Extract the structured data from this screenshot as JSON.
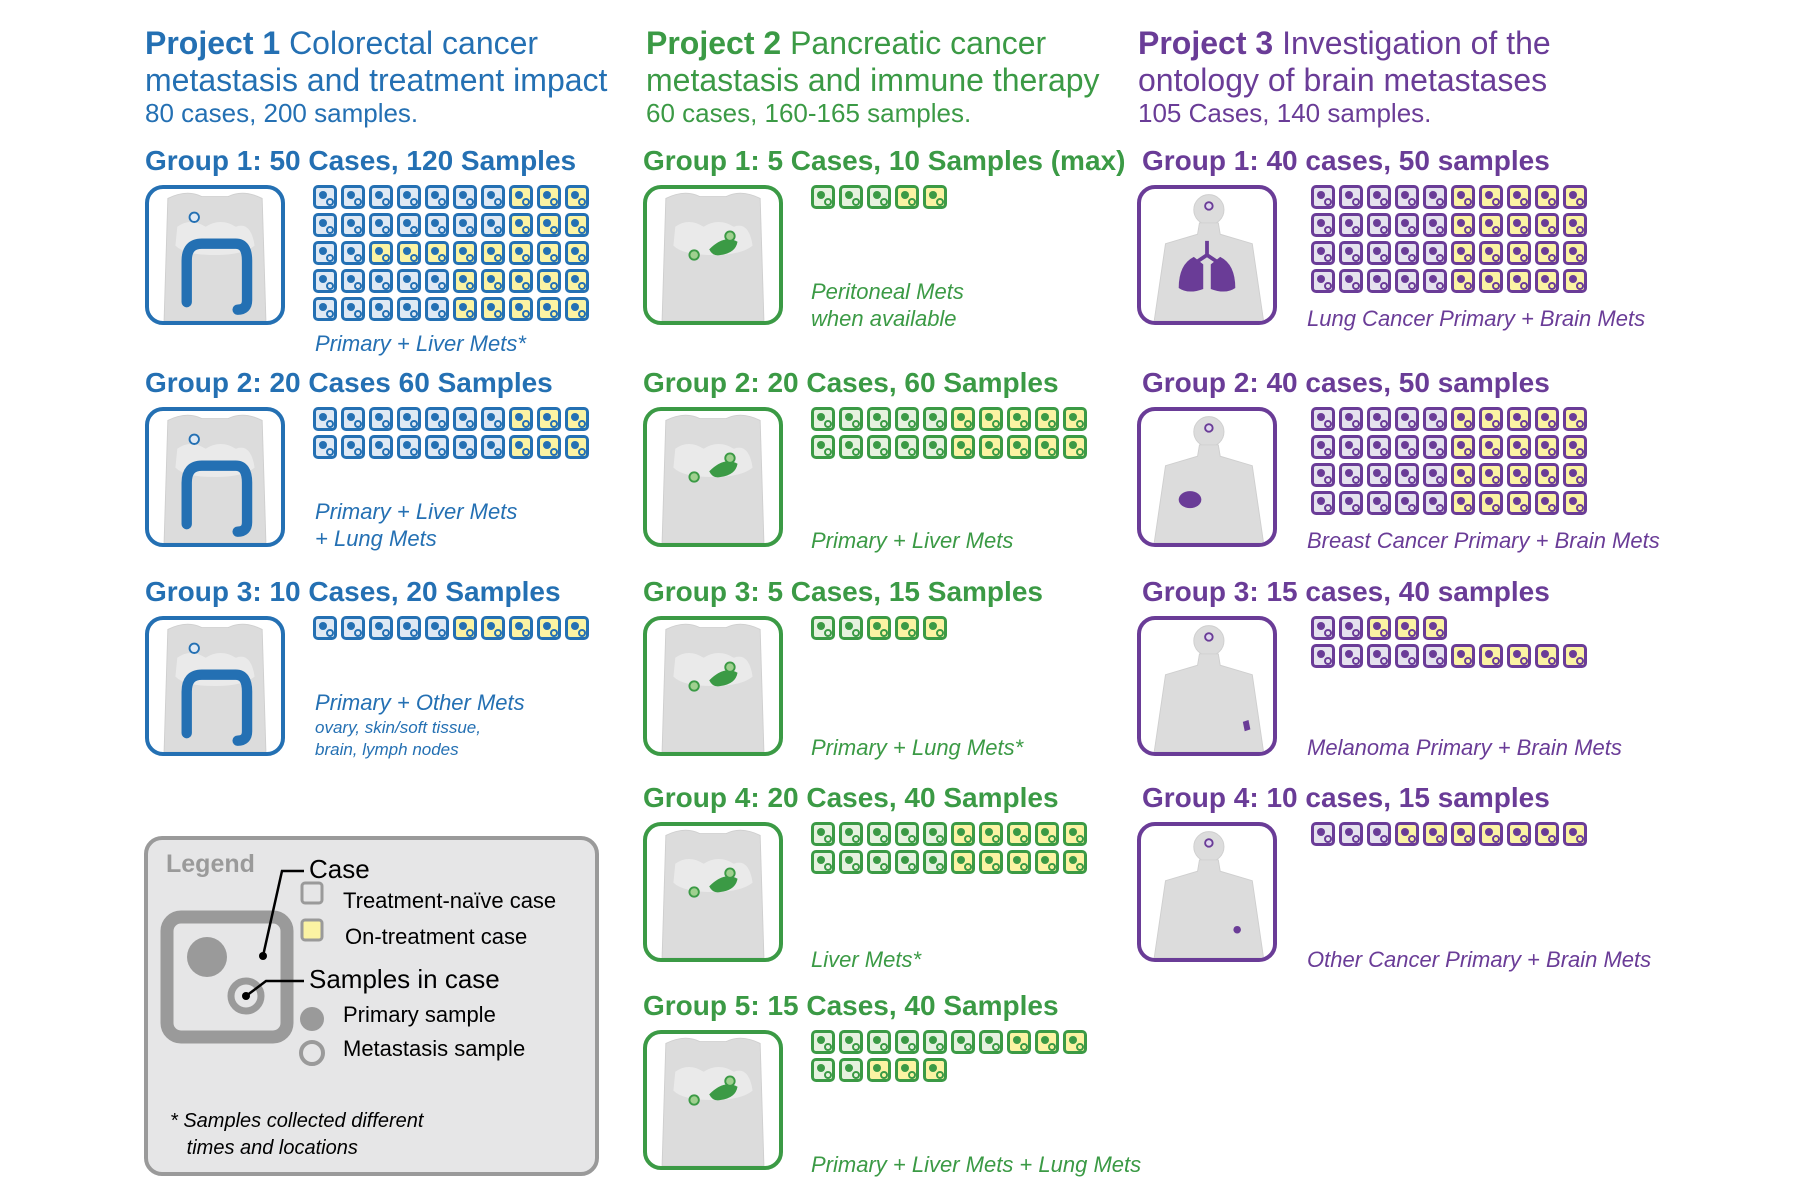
{
  "colors": {
    "project1": "#2470b3",
    "project2": "#3b9a45",
    "project3": "#6a3c97",
    "on_treatment_fill": "#fbf3a3",
    "naive_fill_p1": "#dfe9f4",
    "naive_fill_p2": "#e6f2df",
    "naive_fill_p3": "#e5e2ee",
    "body_gray": "#dcdcdc"
  },
  "projects": [
    {
      "id": "p1",
      "title_bold": "Project 1",
      "title_rest": "Colorectal cancer metastasis and treatment impact",
      "subtitle": "80 cases, 200 samples.",
      "groups": [
        {
          "title": "Group 1: 50 Cases, 120 Samples",
          "organ": "colon",
          "caption": "Primary + Liver Mets*",
          "caption_small": "",
          "rows": [
            10,
            10,
            10,
            10,
            10
          ],
          "yellow_from": [
            7,
            7,
            2,
            5,
            5
          ]
        },
        {
          "title": "Group 2: 20 Cases 60 Samples",
          "organ": "colon",
          "caption": "Primary + Liver Mets\n+ Lung Mets",
          "caption_small": "",
          "rows": [
            10,
            10
          ],
          "yellow_from": [
            7,
            7
          ]
        },
        {
          "title": "Group 3: 10 Cases, 20 Samples",
          "organ": "colon",
          "caption": "Primary + Other Mets",
          "caption_small": "ovary, skin/soft tissue,\nbrain, lymph nodes",
          "rows": [
            10
          ],
          "yellow_from": [
            5
          ]
        }
      ]
    },
    {
      "id": "p2",
      "title_bold": "Project 2",
      "title_rest": "Pancreatic cancer metastasis and immune therapy",
      "subtitle": "60 cases, 160-165 samples.",
      "groups": [
        {
          "title": "Group 1: 5 Cases, 10 Samples (max)",
          "organ": "pancreas",
          "caption": "Peritoneal Mets\nwhen available",
          "caption_small": "",
          "rows": [
            5
          ],
          "yellow_from": [
            3
          ]
        },
        {
          "title": "Group 2: 20 Cases, 60 Samples",
          "organ": "pancreas",
          "caption": "Primary + Liver Mets",
          "caption_small": "",
          "rows": [
            10,
            10
          ],
          "yellow_from": [
            5,
            5
          ]
        },
        {
          "title": "Group 3: 5 Cases, 15 Samples",
          "organ": "pancreas",
          "caption": "Primary + Lung Mets*",
          "caption_small": "",
          "rows": [
            5
          ],
          "yellow_from": [
            2
          ]
        },
        {
          "title": "Group 4: 20 Cases, 40 Samples",
          "organ": "pancreas",
          "caption": "Liver Mets*",
          "caption_small": "",
          "rows": [
            10,
            10
          ],
          "yellow_from": [
            5,
            5
          ]
        },
        {
          "title": "Group 5: 15 Cases, 40 Samples",
          "organ": "pancreas",
          "caption": "Primary + Liver Mets + Lung Mets",
          "caption_small": "",
          "rows": [
            10,
            5
          ],
          "yellow_from": [
            7,
            2
          ]
        }
      ]
    },
    {
      "id": "p3",
      "title_bold": "Project 3",
      "title_rest": "Investigation of the ontology of brain metastases",
      "subtitle": "105 Cases, 140 samples.",
      "groups": [
        {
          "title": "Group 1: 40 cases, 50 samples",
          "organ": "lung",
          "caption": "Lung Cancer Primary + Brain Mets",
          "caption_small": "",
          "rows": [
            10,
            10,
            10,
            10
          ],
          "yellow_from": [
            5,
            5,
            5,
            5
          ]
        },
        {
          "title": "Group 2: 40 cases, 50 samples",
          "organ": "breast",
          "caption": "Breast Cancer Primary + Brain Mets",
          "caption_small": "",
          "rows": [
            10,
            10,
            10,
            10
          ],
          "yellow_from": [
            5,
            5,
            5,
            5
          ]
        },
        {
          "title": "Group 3: 15 cases, 40 samples",
          "organ": "skin",
          "caption": "Melanoma Primary + Brain Mets",
          "caption_small": "",
          "rows": [
            5,
            10
          ],
          "yellow_from": [
            2,
            5
          ]
        },
        {
          "title": "Group 4: 10 cases, 15 samples",
          "organ": "other",
          "caption": "Other Cancer Primary + Brain Mets",
          "caption_small": "",
          "rows": [
            10
          ],
          "yellow_from": [
            3
          ]
        }
      ]
    }
  ],
  "legend": {
    "title": "Legend",
    "case_label": "Case",
    "naive_label": "Treatment-naïve case",
    "on_treatment_label": "On-treatment case",
    "samples_label": "Samples in case",
    "primary_label": "Primary sample",
    "met_label": "Metastasis sample",
    "footnote": "* Samples collected different\n   times and locations"
  }
}
